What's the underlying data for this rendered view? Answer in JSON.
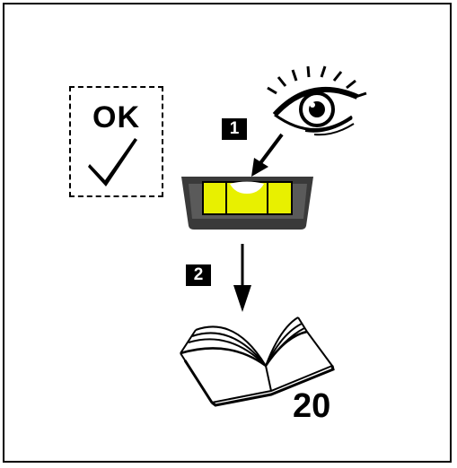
{
  "ok_label": "OK",
  "step1_label": "1",
  "step2_label": "2",
  "page_number": "20",
  "colors": {
    "bubble_vial": "#e8f000",
    "level_body": "#3a3a3a"
  },
  "icons": [
    "checkmark-icon",
    "eye-icon",
    "spirit-level-icon",
    "arrow-icon",
    "book-icon"
  ]
}
